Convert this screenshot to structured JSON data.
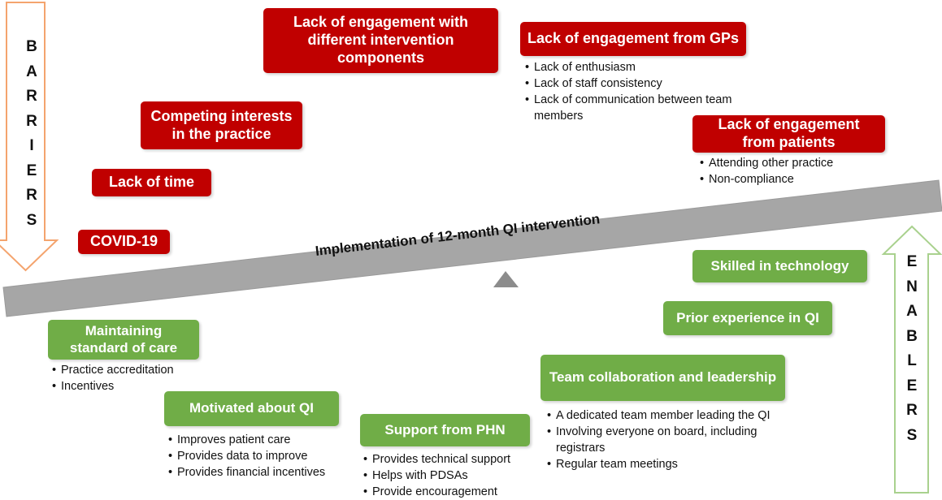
{
  "barriers_label": "BARRIERS",
  "enablers_label": "ENABLERS",
  "beam_label": "Implementation of 12-month QI intervention",
  "colors": {
    "barrier": "#c00000",
    "enabler": "#70ad47",
    "beam": "#a6a6a6",
    "fulcrum": "#8c8c8c"
  },
  "barriers": {
    "covid": {
      "title": "COVID-19"
    },
    "time": {
      "title": "Lack of time"
    },
    "competing": {
      "title": "Competing interests in the practice"
    },
    "components": {
      "title": "Lack of engagement with different intervention components"
    },
    "gps": {
      "title": "Lack of engagement from GPs",
      "bullets": [
        "Lack of enthusiasm",
        "Lack of staff consistency",
        "Lack of communication between team members"
      ]
    },
    "patients": {
      "title": "Lack of engagement from patients",
      "bullets": [
        "Attending other practice",
        "Non-compliance"
      ]
    }
  },
  "enablers": {
    "standard": {
      "title": "Maintaining standard of care",
      "bullets": [
        "Practice accreditation",
        "Incentives"
      ]
    },
    "motivated": {
      "title": "Motivated about QI",
      "bullets": [
        "Improves patient care",
        "Provides data to improve",
        "Provides financial incentives"
      ]
    },
    "phn": {
      "title": "Support from PHN",
      "bullets": [
        "Provides technical support",
        "Helps with PDSAs",
        "Provide encouragement"
      ]
    },
    "team": {
      "title": "Team collaboration and leadership",
      "bullets": [
        "A dedicated team member leading the QI",
        "Involving everyone on board, including registrars",
        "Regular team meetings"
      ]
    },
    "experience": {
      "title": "Prior experience in QI"
    },
    "technology": {
      "title": "Skilled in technology"
    }
  }
}
